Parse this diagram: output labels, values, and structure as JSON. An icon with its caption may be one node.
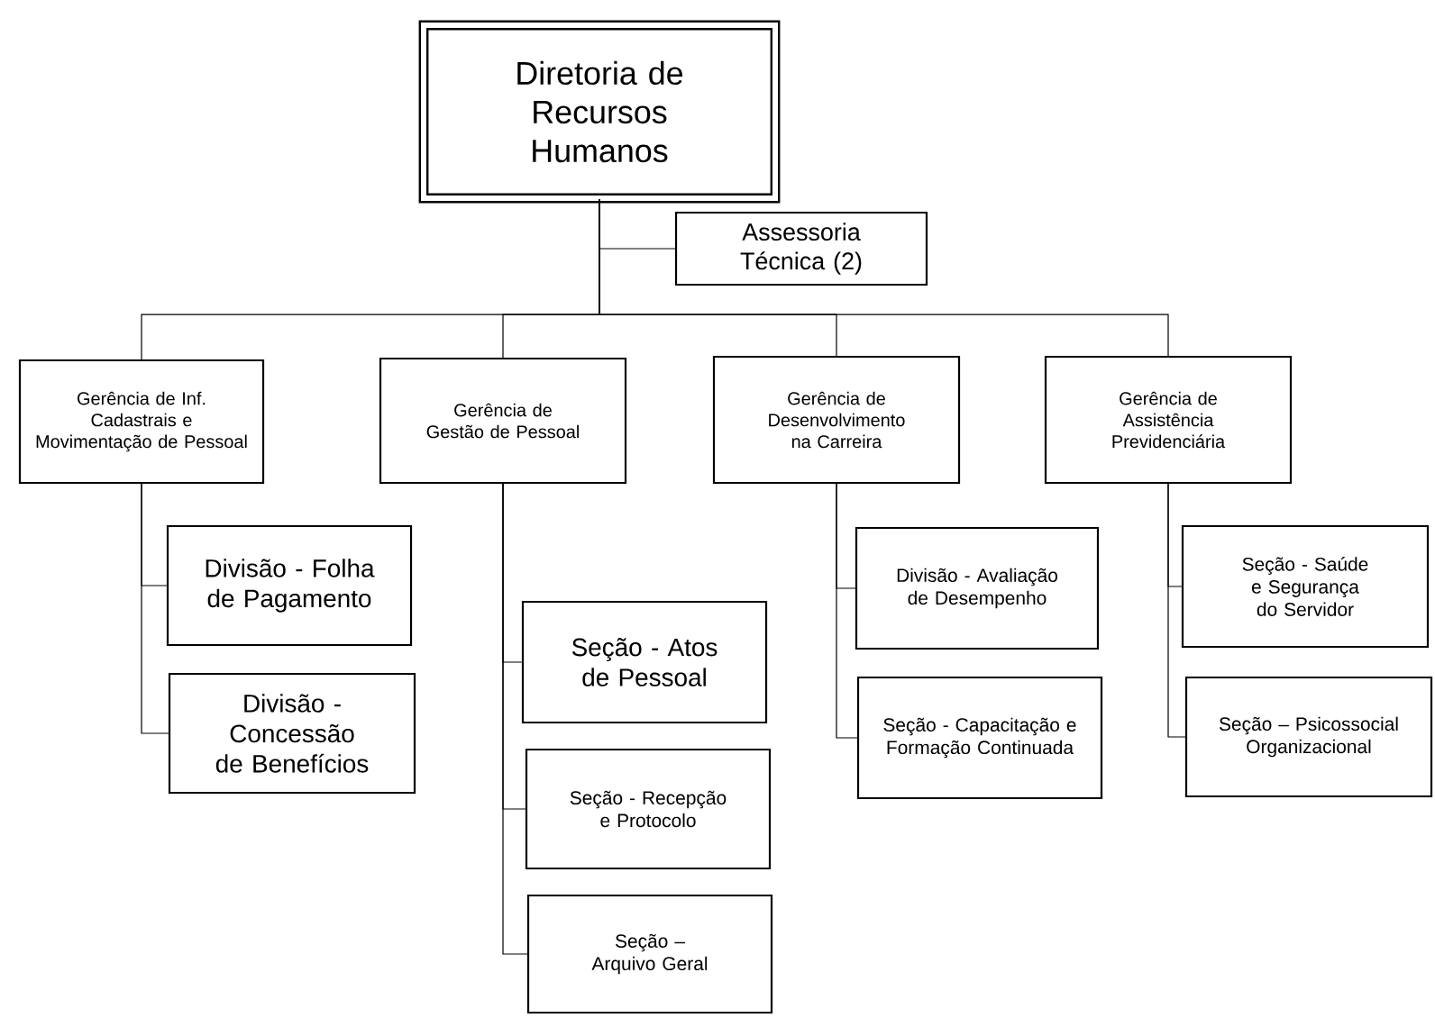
{
  "diagram": {
    "nodes": [
      {
        "text": [
          "Diretoria de Recursos Humanos"
        ]
      },
      {
        "text": [
          "Assessoria Técnica (2)"
        ]
      },
      {
        "text": [
          "Gerência de Inf. Cadastrais e Movimentação de Pessoal"
        ]
      },
      {
        "text": [
          "Gerência de Gestão de Pessoal"
        ]
      },
      {
        "text": [
          "Gerência de Desenvolvimento na Carreira"
        ]
      },
      {
        "text": [
          "Gerência de Assistência Previdenciária"
        ]
      },
      {
        "text": [
          "Divisão - Folha de Pagamento"
        ]
      },
      {
        "text": [
          "Divisão - Concessão de Benefícios"
        ]
      },
      {
        "text": [
          "Seção - Atos de Pessoal"
        ]
      },
      {
        "text": [
          "Seção - Recepção e Protocolo"
        ]
      },
      {
        "text": [
          "Seção – Arquivo Geral"
        ]
      },
      {
        "text": [
          "Divisão - Avaliação de Desempenho"
        ]
      },
      {
        "text": [
          "Seção - Capacitação e Formação Continuada"
        ]
      },
      {
        "text": [
          "Seção - Saúde e Segurança do Servidor"
        ]
      },
      {
        "text": [
          "Seção – Psicossocial Organizacional"
        ]
      }
    ],
    "edges": [
      {
        "from": 0,
        "to": 1,
        "arrow": "none"
      },
      {
        "from": 0,
        "to": 2,
        "arrow": "none"
      },
      {
        "from": 0,
        "to": 3,
        "arrow": "none"
      },
      {
        "from": 0,
        "to": 4,
        "arrow": "none"
      },
      {
        "from": 0,
        "to": 5,
        "arrow": "none"
      },
      {
        "from": 2,
        "to": 6,
        "arrow": "none"
      },
      {
        "from": 2,
        "to": 7,
        "arrow": "none"
      },
      {
        "from": 3,
        "to": 8,
        "arrow": "none"
      },
      {
        "from": 3,
        "to": 9,
        "arrow": "none"
      },
      {
        "from": 3,
        "to": 10,
        "arrow": "none"
      },
      {
        "from": 4,
        "to": 11,
        "arrow": "none"
      },
      {
        "from": 4,
        "to": 12,
        "arrow": "none"
      },
      {
        "from": 5,
        "to": 13,
        "arrow": "none"
      },
      {
        "from": 5,
        "to": 14,
        "arrow": "none"
      }
    ]
  }
}
